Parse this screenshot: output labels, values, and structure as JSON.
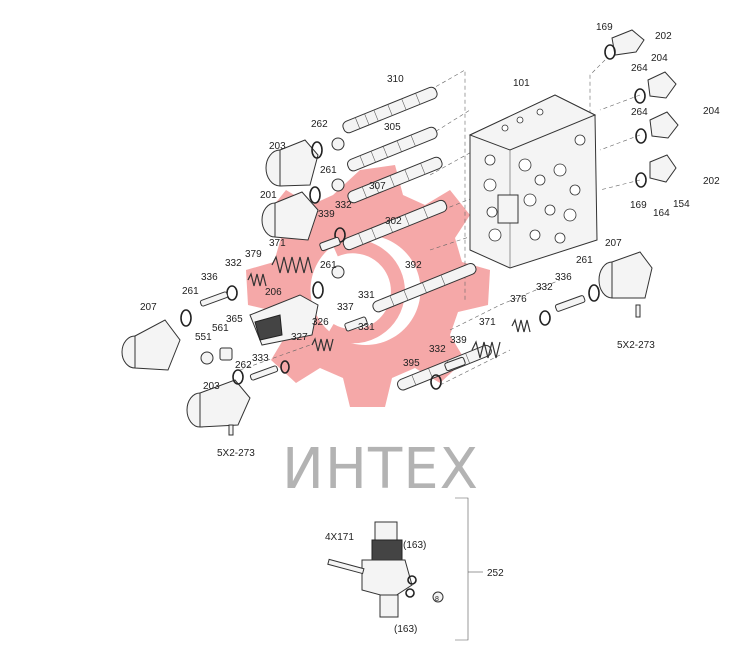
{
  "watermark": {
    "text": "ИНТЕХ",
    "color": "#f28b8b"
  },
  "callouts": [
    "310",
    "101",
    "169",
    "202",
    "204",
    "262",
    "305",
    "264",
    "204",
    "203",
    "261",
    "307",
    "264",
    "202",
    "201",
    "339",
    "332",
    "169",
    "164",
    "154",
    "207",
    "371",
    "379",
    "302",
    "261",
    "332",
    "392",
    "336",
    "206",
    "261",
    "337",
    "331",
    "336",
    "376",
    "332",
    "261",
    "365",
    "326",
    "371",
    "5X2-273",
    "207",
    "551",
    "561",
    "327",
    "331",
    "339",
    "333",
    "262",
    "395",
    "332",
    "203",
    "5X2-273",
    "4X171",
    "(163)",
    "252",
    "8",
    "(163)"
  ]
}
